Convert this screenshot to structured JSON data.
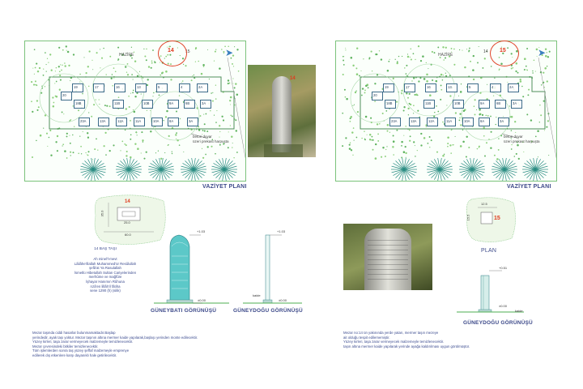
{
  "left_sheet": {
    "hazire_label": "HAZİRE",
    "target_stone": "14",
    "neighbor_stone": "15",
    "wall_note_1": "beton duvar",
    "wall_note_2": "üzeri prekast harpuşta",
    "site_plan_title": "VAZİYET PLANI",
    "plan_stone_number": "14",
    "dim_width": "60.0",
    "dim_depth": "35.0",
    "dim_inner": "25.0",
    "heading": "14 BAŞ TAŞI",
    "inscription": [
      "Ah minel'l-mevt",
      "Lâilâhe'illallah Muhammed'ür Resûlullah",
      "şefâ'at Ya Rasulallah",
      "İsmetlü Hibetullah Sultan Cariyelerinden",
      "merhûme ve mağfûre",
      "İşhayar Hanımın Rûhuna",
      "rızâ'en lillâh'il fâtiha",
      "sene 1290 (h) (silik)"
    ],
    "sw_view_title": "GÜNEYBATI GÖRÜNÜŞÜ",
    "se_view_title": "GÜNEYDOĞU GÖRÜNÜŞÜ",
    "elev_top": "+1.03",
    "elev_zero": "±0.00",
    "base_label": "kaide",
    "notes": [
      "Mezar taşında ciddi hasarlar bulunmamaktadır.Başlap",
      "yerindedir, ayak taşı yoktur. Mezar taşının altına mermer kaide yapılarak,başlaşı yerinden monte edilecektir.",
      "Yüzey kirleri, taşa zarar vermeyecek malzemeyle temizlenecektir.",
      "Mezar çevresindeki bitkiler temizlenecektir.",
      "Tüm işlemlerden sonra taş yüzey şeffaf malzemeyle emprenye",
      "edilerek dış etkenlere karşı dayanıklı hale getirilecektir."
    ]
  },
  "right_sheet": {
    "hazire_label": "HAZİRE",
    "neighbor_stone": "14",
    "target_stone": "15",
    "wall_note_1": "beton duvar",
    "wall_note_2": "üzeri prekast harpuşta",
    "site_plan_title": "VAZİYET PLANI",
    "plan_stone_number": "15",
    "dim_width": "12.5",
    "dim_depth": "15.5",
    "plan_title": "PLAN",
    "se_view_title": "GÜNEYDOĞU GÖRÜNÜŞÜ",
    "elev_top": "+0.51",
    "elev_zero": "±0.00",
    "base_label": "kaide",
    "notes": [
      "Mezar no:14 ün yakınında yerde yatan, mermer taşın mezeye",
      "ait olduğu tespit edilememiştir.",
      "Yüzey kirleri, taşa zarar vermeyecek malzemeyle temizlenecektir.",
      "taşın altına mermer kaide yapılarak yerinde ayağa kaldırılması uygun görülmüştür."
    ]
  },
  "graves": [
    {
      "label": "19"
    },
    {
      "label": "17"
    },
    {
      "label": "16"
    },
    {
      "label": "13"
    },
    {
      "label": "5"
    },
    {
      "label": "4"
    },
    {
      "label": "2A"
    },
    {
      "label": "18B"
    },
    {
      "label": "11B"
    },
    {
      "label": "10B"
    },
    {
      "label": "6B"
    },
    {
      "label": "23A"
    },
    {
      "label": "13A"
    },
    {
      "label": "12A"
    },
    {
      "label": "11A"
    },
    {
      "label": "10A"
    },
    {
      "label": "8A"
    },
    {
      "label": "3A"
    },
    {
      "label": "20"
    },
    {
      "label": "9A"
    },
    {
      "label": "3A"
    }
  ],
  "colors": {
    "accent_red": "#e0442a",
    "title_blue": "#3d4a8a",
    "plan_green": "#4caf50",
    "tree_teal": "#2a8c82"
  }
}
